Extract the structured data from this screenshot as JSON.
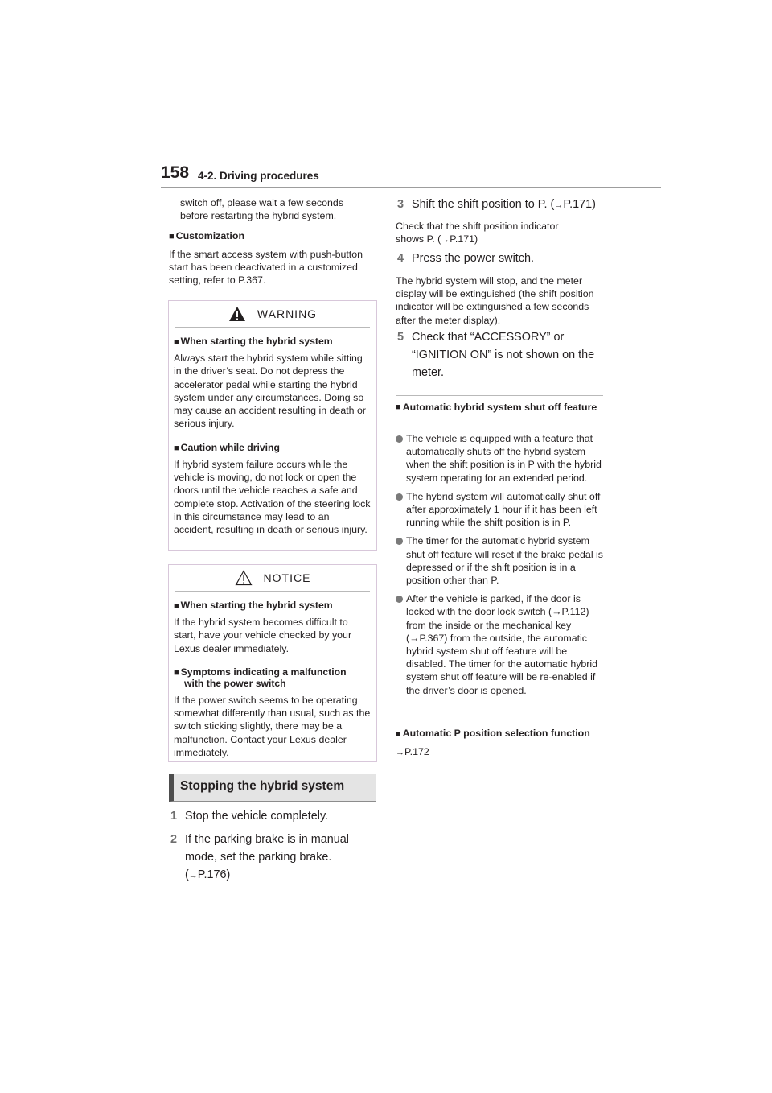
{
  "header": {
    "page_number": "158",
    "section": "4-2. Driving procedures"
  },
  "left": {
    "cont_para": "switch off, please wait a few seconds before restarting the hybrid system.",
    "customization_head": "Customization",
    "customization_text": "If the smart access system with push-button start has been deactivated in a customized setting, refer to P.367.",
    "warning": {
      "title": "WARNING",
      "h1": "When starting the hybrid system",
      "p1": "Always start the hybrid system while sitting in the driver’s seat. Do not depress the accelerator pedal while starting the hybrid system under any circumstances. Doing so may cause an accident resulting in death or serious injury.",
      "h2": "Caution while driving",
      "p2": "If hybrid system failure occurs while the vehicle is moving, do not lock or open the doors until the vehicle reaches a safe and complete stop. Activation of the steering lock in this circumstance may lead to an accident, resulting in death or serious injury."
    },
    "notice": {
      "title": "NOTICE",
      "h1": "When starting the hybrid system",
      "p1": "If the hybrid system becomes difficult to start, have your vehicle checked by your Lexus dealer immediately.",
      "h2a": "Symptoms indicating a malfunction",
      "h2b": "with the power switch",
      "p2": "If the power switch seems to be operating somewhat differently than usual, such as the switch sticking slightly, there may be a malfunction. Contact your Lexus dealer immediately."
    },
    "banner": "Stopping the hybrid system",
    "step1_num": "1",
    "step1": "Stop the vehicle completely.",
    "step2_num": "2",
    "step2": "If the parking brake is in manual mode, set the parking brake.",
    "step2_ref": "P.176)"
  },
  "right": {
    "step3_num": "3",
    "step3": "Shift the shift position to P. (",
    "step3_ref": "P.171)",
    "step3_note": "Check that the shift position indicator shows P. (",
    "step3_note_ref": "P.171)",
    "step4_num": "4",
    "step4": "Press the power switch.",
    "step4_note": "The hybrid system will stop, and the meter display will be extinguished (the shift position indicator will be extinguished a few seconds after the meter display).",
    "step5_num": "5",
    "step5": "Check that “ACCESSORY” or “IGNITION ON” is not shown on the meter.",
    "auto_head": "Automatic hybrid system shut off feature",
    "bullets": [
      "The vehicle is equipped with a feature that automatically shuts off the hybrid system when the shift position is in P with the hybrid system operating for an extended period.",
      "The hybrid system will automatically shut off after approximately 1 hour if it has been left running while the shift position is in P.",
      "The timer for the automatic hybrid system shut off feature will reset if the brake pedal is depressed or if the shift position is in a position other than P.",
      "After the vehicle is parked, if the door is locked with the door lock switch (→P.112) from the inside or the mechanical key (→P.367) from the outside, the automatic hybrid system shut off feature will be disabled. The timer for the automatic hybrid system shut off feature will be re-enabled if the driver’s door is opened."
    ],
    "autop_head": "Automatic P position selection function",
    "autop_ref": "P.172"
  },
  "icons": {
    "warning": "warning-triangle-icon",
    "notice": "notice-triangle-icon",
    "arrow": "right-arrow-icon"
  }
}
